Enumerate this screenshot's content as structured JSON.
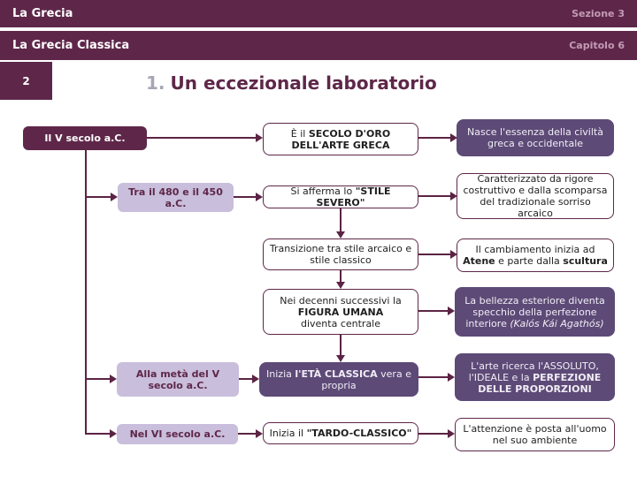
{
  "header": {
    "row1": {
      "title": "La Grecia",
      "right": "Sezione 3"
    },
    "row2": {
      "title": "La Grecia Classica",
      "right": "Capitolo 6"
    }
  },
  "slide": {
    "page_number": "2",
    "title_number": "1.",
    "title_text": "Un eccezionale laboratorio"
  },
  "colors": {
    "plum_header": "#5e2749",
    "purple_box": "#5d4a77",
    "lavender_box": "#c9bedb",
    "header_accent_text": "#c39bb5",
    "title_number_gray": "#a9a5b5",
    "connector": "#5b2344"
  },
  "diagram": {
    "boxes": [
      {
        "segments": [
          {
            "t": "Il V secolo a.C.",
            "b": true
          }
        ]
      },
      {
        "segments": [
          {
            "t": "È il "
          },
          {
            "t": "SECOLO D'ORO DELL'ARTE GRECA",
            "b": true
          }
        ]
      },
      {
        "segments": [
          {
            "t": "Nasce l'essenza della civiltà greca e occidentale"
          }
        ]
      },
      {
        "segments": [
          {
            "t": "Tra il 480 e il 450 a.C.",
            "b": true
          }
        ]
      },
      {
        "segments": [
          {
            "t": "Si afferma lo "
          },
          {
            "t": "\"STILE SEVERO\"",
            "b": true
          }
        ]
      },
      {
        "segments": [
          {
            "t": "Caratterizzato da rigore costruttivo e dalla scomparsa del tradizionale sorriso arcaico"
          }
        ]
      },
      {
        "segments": [
          {
            "t": "Transizione tra stile arcaico e stile classico"
          }
        ]
      },
      {
        "segments": [
          {
            "t": "Il cambiamento inizia ad "
          },
          {
            "t": "Atene",
            "b": true
          },
          {
            "t": " e parte dalla "
          },
          {
            "t": "scultura",
            "b": true
          }
        ]
      },
      {
        "segments": [
          {
            "t": "Nei decenni successivi la"
          },
          {
            "t": "FIGURA UMANA",
            "b": true,
            "br": true
          },
          {
            "t": "diventa centrale",
            "br": true
          }
        ]
      },
      {
        "segments": [
          {
            "t": "La bellezza esteriore diventa specchio della perfezione interiore "
          },
          {
            "t": "(Kalós Kái Agathós)",
            "i": true
          }
        ]
      },
      {
        "segments": [
          {
            "t": "Alla metà del V secolo a.C.",
            "b": true
          }
        ]
      },
      {
        "segments": [
          {
            "t": "Inizia "
          },
          {
            "t": "l'ETÀ CLASSICA",
            "b": true
          },
          {
            "t": " vera e propria"
          }
        ]
      },
      {
        "segments": [
          {
            "t": "L'arte ricerca l'ASSOLUTO, l'IDEALE e la "
          },
          {
            "t": "PERFEZIONE DELLE PROPORZIONI",
            "b": true
          }
        ]
      },
      {
        "segments": [
          {
            "t": "Nel VI secolo a.C.",
            "b": true
          }
        ]
      },
      {
        "segments": [
          {
            "t": "Inizia il "
          },
          {
            "t": "\"TARDO-CLASSICO\"",
            "b": true
          }
        ]
      },
      {
        "segments": [
          {
            "t": "L'attenzione è posta all'uomo nel suo ambiente"
          }
        ]
      }
    ]
  }
}
